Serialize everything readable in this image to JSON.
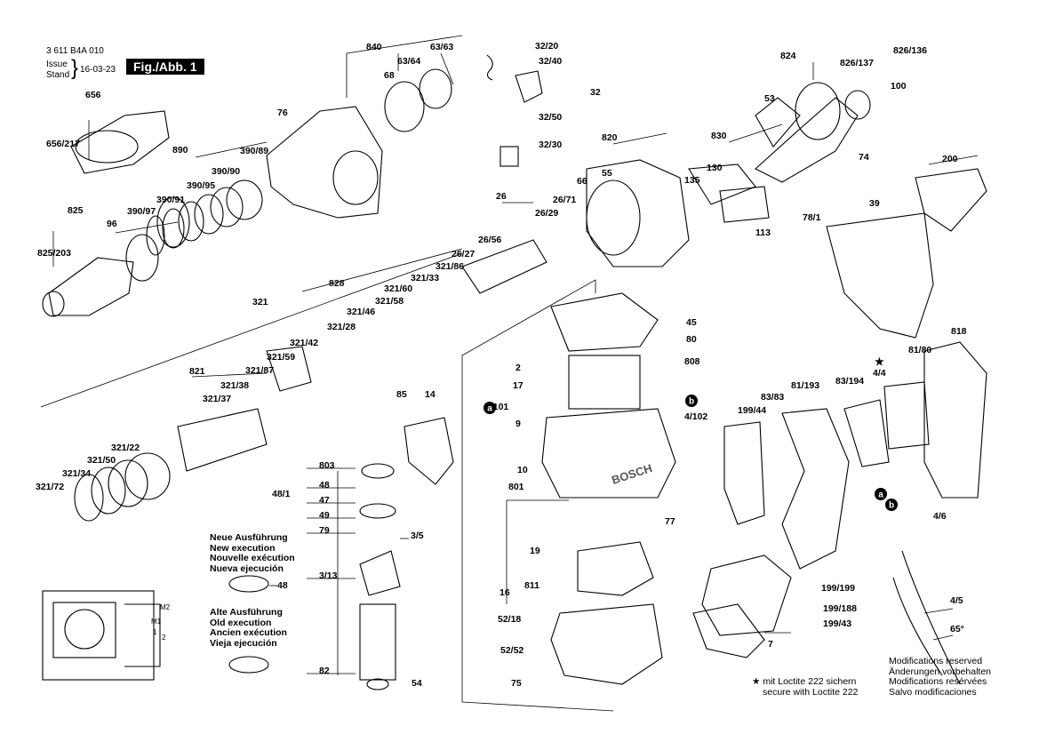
{
  "header": {
    "part_number": "3 611 B4A 010",
    "issue_label": "Issue",
    "stand_label": "Stand",
    "date": "16-03-23",
    "figure": "Fig./Abb. 1"
  },
  "new_execution": [
    "Neue Ausführung",
    "New execution",
    "Nouvelle exécution",
    "Nueva ejecución"
  ],
  "new_execution_part": "48",
  "old_execution": [
    "Alte Ausführung",
    "Old execution",
    "Ancien exécution",
    "Vieja ejecución"
  ],
  "loctite": [
    "mit Loctite 222 sichern",
    "secure with Loctite 222"
  ],
  "modifications": [
    "Modifications reserved",
    "Änderungen vorbehalten",
    "Modifications resérvées",
    "Salvo modificaciones"
  ],
  "brand": "BOSCH",
  "wiring_labels": [
    "M2",
    "M1",
    "1",
    "2"
  ],
  "callouts": [
    "840",
    "63/63",
    "63/64",
    "68",
    "32/20",
    "32/40",
    "32",
    "32/50",
    "32/30",
    "824",
    "826/136",
    "826/137",
    "53",
    "100",
    "76",
    "656",
    "656/217",
    "890",
    "390/89",
    "390/90",
    "390/95",
    "390/91",
    "390/97",
    "96",
    "825",
    "825/203",
    "820",
    "55",
    "66",
    "830",
    "130",
    "135",
    "113",
    "78/1",
    "74",
    "200",
    "39",
    "26",
    "26/71",
    "26/29",
    "26/56",
    "26/27",
    "321/86",
    "321/33",
    "828",
    "321/60",
    "321",
    "321/58",
    "321/46",
    "321/28",
    "321/42",
    "321/59",
    "821",
    "321/87",
    "321/38",
    "321/37",
    "321/22",
    "321/50",
    "321/34",
    "321/72",
    "45",
    "80",
    "2",
    "808",
    "17",
    "4/101",
    "4/102",
    "9",
    "10",
    "801",
    "77",
    "19",
    "811",
    "16",
    "52/18",
    "52/52",
    "75",
    "54",
    "85",
    "14",
    "803",
    "48/1",
    "48",
    "47",
    "49",
    "79",
    "3/5",
    "3/13",
    "82",
    "818",
    "4/4",
    "81/80",
    "81/193",
    "83/194",
    "83/83",
    "199/44",
    "199/199",
    "199/188",
    "199/43",
    "7",
    "4/6",
    "4/5",
    "65°"
  ],
  "badges": {
    "a": "a",
    "b": "b"
  }
}
